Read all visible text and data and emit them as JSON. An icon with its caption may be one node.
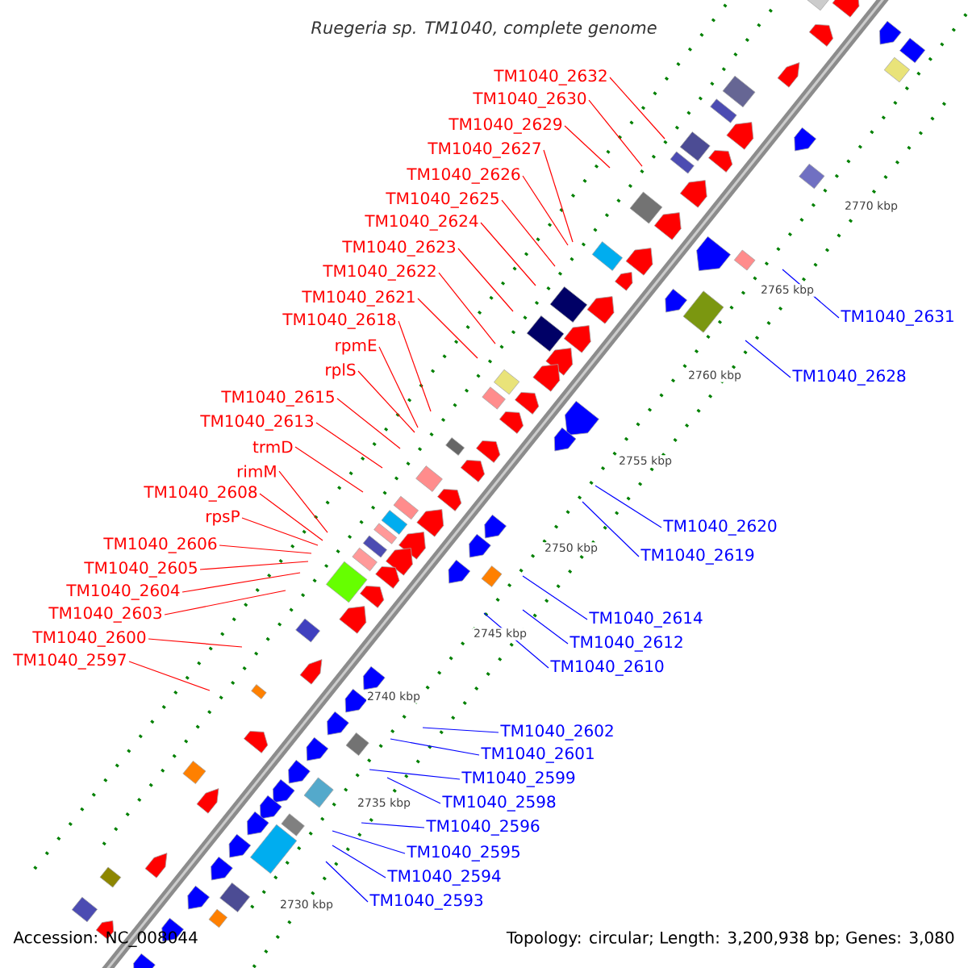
{
  "diagram": {
    "title": "Ruegeria sp. TM1040, complete genome",
    "nodes": [
      {
        "text": [
          "TM1040_2632"
        ]
      },
      {
        "text": [
          "TM1040_2630"
        ]
      },
      {
        "text": [
          "TM1040_2629"
        ]
      },
      {
        "text": [
          "TM1040_2627"
        ]
      },
      {
        "text": [
          "TM1040_2626"
        ]
      },
      {
        "text": [
          "TM1040_2625"
        ]
      },
      {
        "text": [
          "TM1040_2624"
        ]
      },
      {
        "text": [
          "TM1040_2623"
        ]
      },
      {
        "text": [
          "TM1040_2622"
        ]
      },
      {
        "text": [
          "TM1040_2621"
        ]
      },
      {
        "text": [
          "TM1040_2618"
        ]
      },
      {
        "text": [
          "rpmE"
        ]
      },
      {
        "text": [
          "rplS"
        ]
      },
      {
        "text": [
          "TM1040_2615"
        ]
      },
      {
        "text": [
          "TM1040_2613"
        ]
      },
      {
        "text": [
          "trmD"
        ]
      },
      {
        "text": [
          "rimM"
        ]
      },
      {
        "text": [
          "TM1040_2608"
        ]
      },
      {
        "text": [
          "rpsP"
        ]
      },
      {
        "text": [
          "TM1040_2606"
        ]
      },
      {
        "text": [
          "TM1040_2605"
        ]
      },
      {
        "text": [
          "TM1040_2604"
        ]
      },
      {
        "text": [
          "TM1040_2603"
        ]
      },
      {
        "text": [
          "TM1040_2600"
        ]
      },
      {
        "text": [
          "TM1040_2597"
        ]
      },
      {
        "text": [
          "TM1040_2631"
        ]
      },
      {
        "text": [
          "TM1040_2628"
        ]
      },
      {
        "text": [
          "TM1040_2620"
        ]
      },
      {
        "text": [
          "TM1040_2619"
        ]
      },
      {
        "text": [
          "TM1040_2614"
        ]
      },
      {
        "text": [
          "TM1040_2612"
        ]
      },
      {
        "text": [
          "TM1040_2610"
        ]
      },
      {
        "text": [
          "TM1040_2602"
        ]
      },
      {
        "text": [
          "TM1040_2601"
        ]
      },
      {
        "text": [
          "TM1040_2599"
        ]
      },
      {
        "text": [
          "TM1040_2598"
        ]
      },
      {
        "text": [
          "TM1040_2596"
        ]
      },
      {
        "text": [
          "TM1040_2595"
        ]
      },
      {
        "text": [
          "TM1040_2594"
        ]
      },
      {
        "text": [
          "TM1040_2593"
        ]
      }
    ],
    "edges": [
      {
        "from": 0,
        "to": null,
        "arrow": "none"
      },
      {
        "from": 1,
        "to": null,
        "arrow": "none"
      },
      {
        "from": 2,
        "to": null,
        "arrow": "none"
      },
      {
        "from": 3,
        "to": null,
        "arrow": "none"
      },
      {
        "from": 4,
        "to": null,
        "arrow": "none"
      },
      {
        "from": 5,
        "to": null,
        "arrow": "none"
      },
      {
        "from": 6,
        "to": null,
        "arrow": "none"
      },
      {
        "from": 7,
        "to": null,
        "arrow": "none"
      },
      {
        "from": 8,
        "to": null,
        "arrow": "none"
      },
      {
        "from": 9,
        "to": null,
        "arrow": "none"
      },
      {
        "from": 10,
        "to": null,
        "arrow": "none"
      },
      {
        "from": 11,
        "to": null,
        "arrow": "none"
      },
      {
        "from": 12,
        "to": null,
        "arrow": "none"
      },
      {
        "from": 13,
        "to": null,
        "arrow": "none"
      },
      {
        "from": 14,
        "to": null,
        "arrow": "none"
      },
      {
        "from": 15,
        "to": null,
        "arrow": "none"
      },
      {
        "from": 16,
        "to": null,
        "arrow": "none"
      },
      {
        "from": 17,
        "to": null,
        "arrow": "none"
      },
      {
        "from": 18,
        "to": null,
        "arrow": "none"
      },
      {
        "from": 19,
        "to": null,
        "arrow": "none"
      },
      {
        "from": 20,
        "to": null,
        "arrow": "none"
      },
      {
        "from": 21,
        "to": null,
        "arrow": "none"
      },
      {
        "from": 22,
        "to": null,
        "arrow": "none"
      },
      {
        "from": 23,
        "to": null,
        "arrow": "none"
      },
      {
        "from": 24,
        "to": null,
        "arrow": "none"
      },
      {
        "from": 25,
        "to": null,
        "arrow": "none",
        "color": "#0000ff"
      },
      {
        "from": 26,
        "to": null,
        "arrow": "none",
        "color": "#0000ff"
      },
      {
        "from": 27,
        "to": null,
        "arrow": "none",
        "color": "#0000ff"
      },
      {
        "from": 28,
        "to": null,
        "arrow": "none",
        "color": "#0000ff"
      },
      {
        "from": 29,
        "to": null,
        "arrow": "none",
        "color": "#0000ff"
      },
      {
        "from": 30,
        "to": null,
        "arrow": "none",
        "color": "#0000ff"
      },
      {
        "from": 31,
        "to": null,
        "arrow": "none",
        "color": "#0000ff"
      },
      {
        "from": 32,
        "to": null,
        "arrow": "none",
        "color": "#0000ff"
      },
      {
        "from": 33,
        "to": null,
        "arrow": "none",
        "color": "#0000ff"
      },
      {
        "from": 34,
        "to": null,
        "arrow": "none",
        "color": "#0000ff"
      },
      {
        "from": 35,
        "to": null,
        "arrow": "none",
        "color": "#0000ff"
      },
      {
        "from": 36,
        "to": null,
        "arrow": "none",
        "color": "#0000ff"
      },
      {
        "from": 37,
        "to": null,
        "arrow": "none",
        "color": "#0000ff"
      },
      {
        "from": 38,
        "to": null,
        "arrow": "none",
        "color": "#0000ff"
      },
      {
        "from": 39,
        "to": null,
        "arrow": "none",
        "color": "#0000ff"
      }
    ],
    "labels": [
      "2770 kbp",
      "2765 kbp",
      "2760 kbp",
      "2755 kbp",
      "2750 kbp",
      "2745 kbp",
      "2740 kbp",
      "2735 kbp",
      "2730 kbp",
      "Accession: NC_008044",
      "Topology: circular; Length: 3,200,938 bp; Genes: 3,080"
    ]
  }
}
